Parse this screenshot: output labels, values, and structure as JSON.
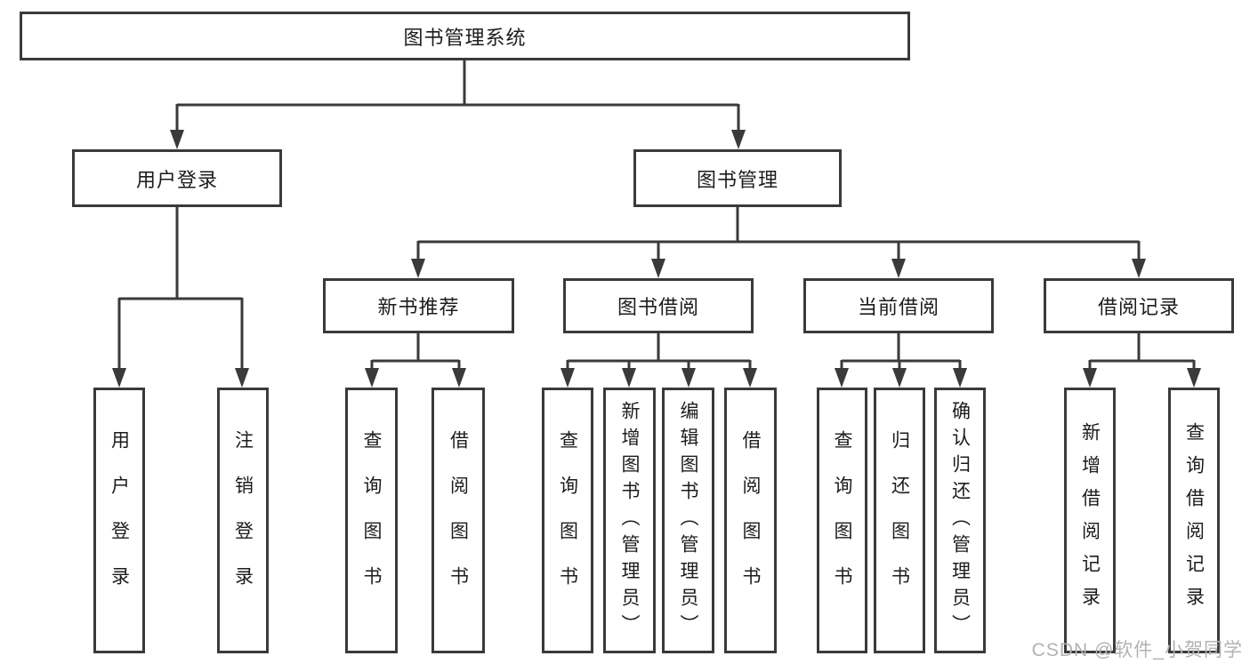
{
  "tree": {
    "root": {
      "label": "图书管理系统"
    },
    "children": [
      {
        "label": "用户登录",
        "children": [
          {
            "label": "用户登录"
          },
          {
            "label": "注销登录"
          }
        ]
      },
      {
        "label": "图书管理",
        "children": [
          {
            "label": "新书推荐",
            "children": [
              {
                "label": "查询图书"
              },
              {
                "label": "借阅图书"
              }
            ]
          },
          {
            "label": "图书借阅",
            "children": [
              {
                "label": "查询图书"
              },
              {
                "label": "新增图书（管理员）"
              },
              {
                "label": "编辑图书（管理员）"
              },
              {
                "label": "借阅图书"
              }
            ]
          },
          {
            "label": "当前借阅",
            "children": [
              {
                "label": "查询图书"
              },
              {
                "label": "归还图书"
              },
              {
                "label": "确认归还（管理员）"
              }
            ]
          },
          {
            "label": "借阅记录",
            "children": [
              {
                "label": "新增借阅记录"
              },
              {
                "label": "查询借阅记录"
              }
            ]
          }
        ]
      }
    ]
  },
  "watermark": {
    "text": "CSDN @软件_小贺同学"
  },
  "colors": {
    "line": "#3a3a3a",
    "box_border": "#3a3a3a",
    "text": "#1c1c1c",
    "background": "#ffffff",
    "watermark": "#b2b2b2"
  }
}
